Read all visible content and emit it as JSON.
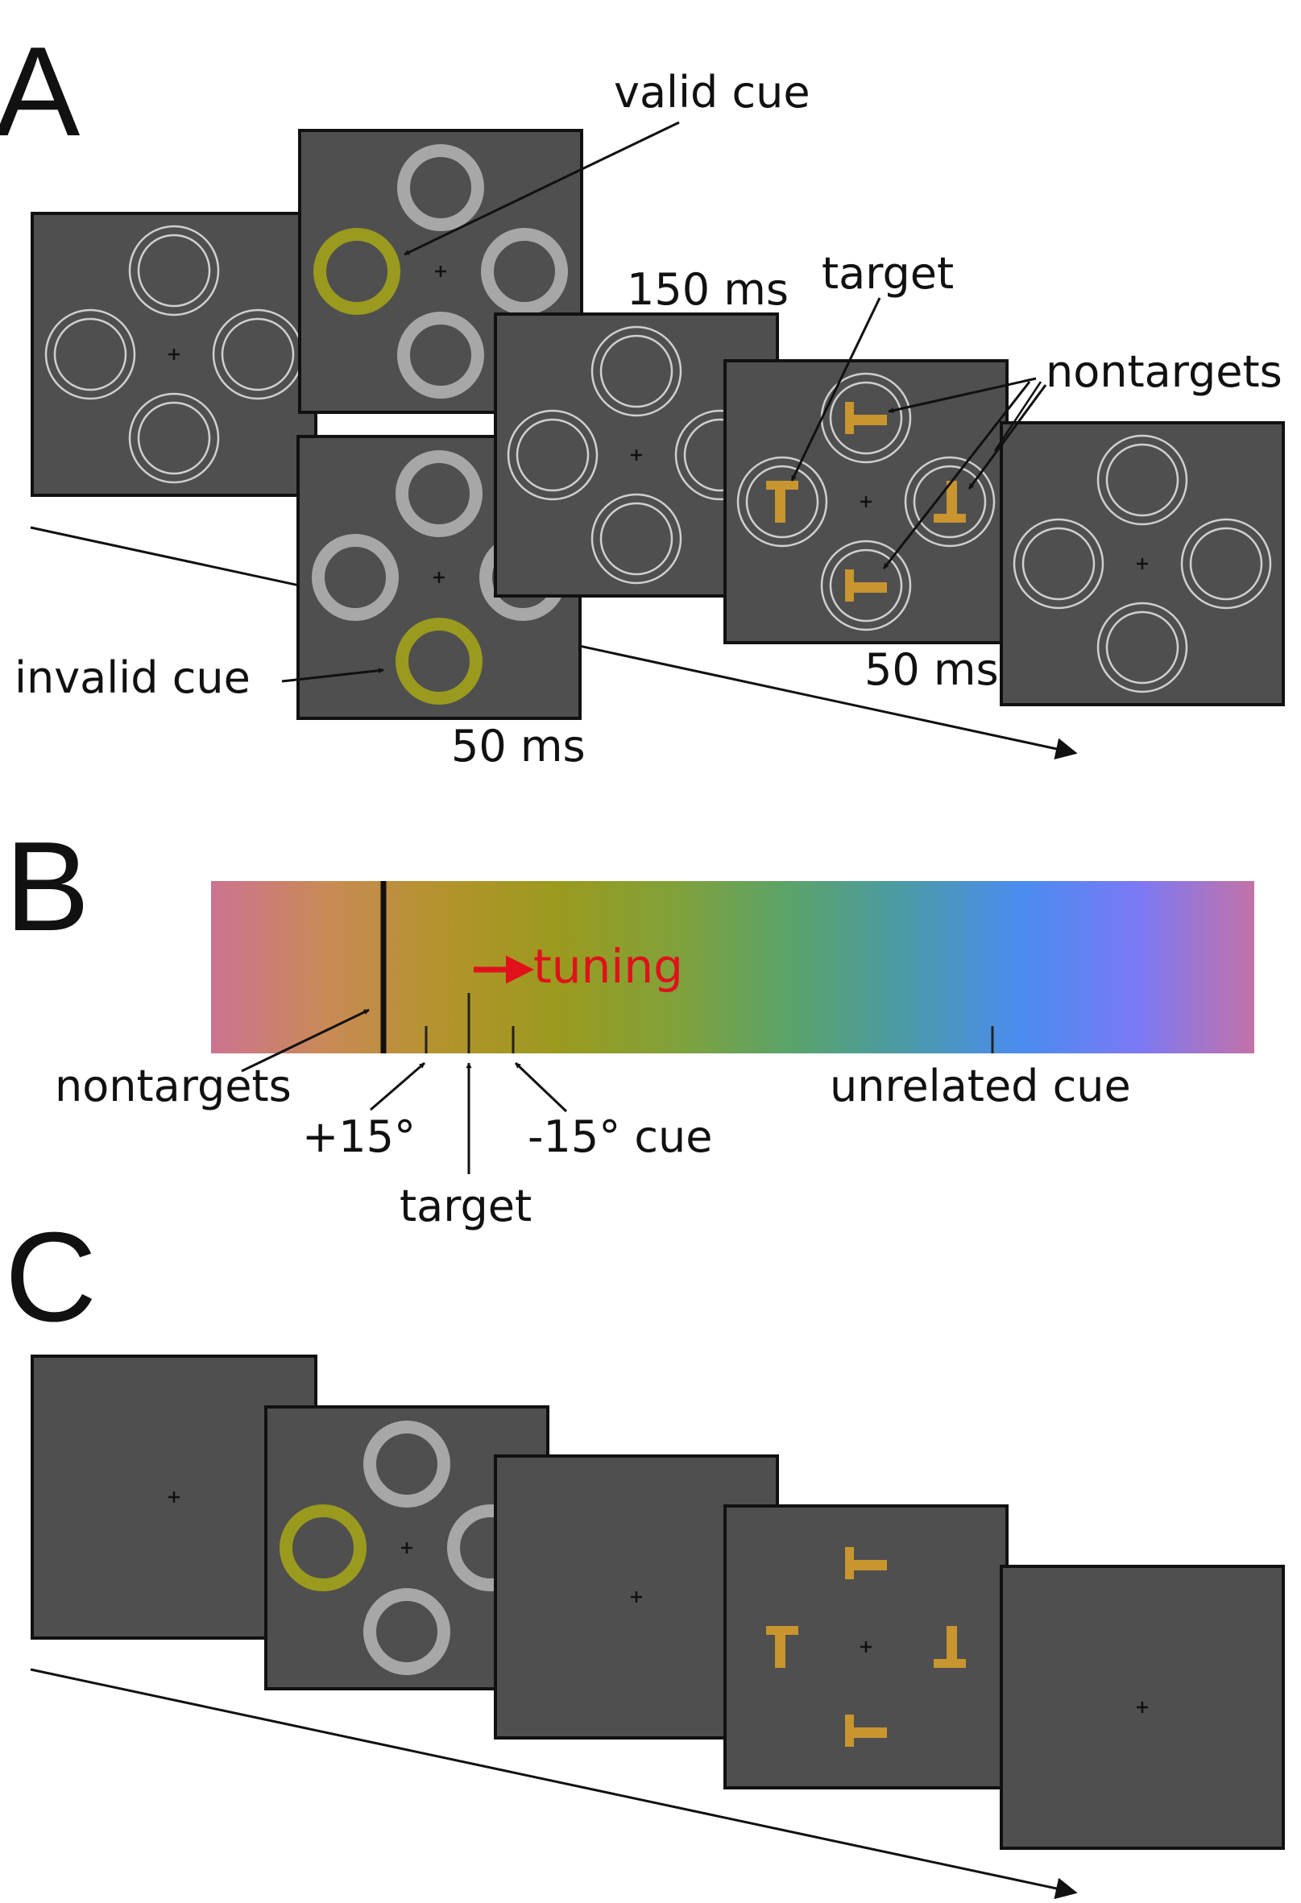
{
  "colors": {
    "screen": "#4f4f4f",
    "fixation": "#111111",
    "placeholder": "#cfcfcf",
    "cue_gray": "#a7a7a7",
    "cue_target": "#9a9a1e",
    "stimulus": "#c8952f",
    "annotation": "#111111",
    "tuning": "#e0111b"
  },
  "panel_a": {
    "letter": "A",
    "labels": {
      "valid_cue": "valid cue",
      "invalid_cue": "invalid cue",
      "target": "target",
      "nontargets": "nontargets"
    },
    "durations": {
      "cue": "50 ms",
      "isi": "150 ms",
      "search": "50 ms"
    }
  },
  "panel_b": {
    "letter": "B",
    "color_wheel_colors": [
      "#cc7391",
      "#c98a55",
      "#b3932c",
      "#9a9a1e",
      "#81a13a",
      "#5aa36a",
      "#4a9aa8",
      "#4a8cf0",
      "#7b79f5",
      "#c372a8"
    ],
    "labels": {
      "tuning": "tuning",
      "nontargets": "nontargets",
      "plus15": "+15°",
      "minus15": "-15° cue",
      "target": "target",
      "unrelated": "unrelated cue"
    }
  },
  "panel_c": {
    "letter": "C"
  }
}
